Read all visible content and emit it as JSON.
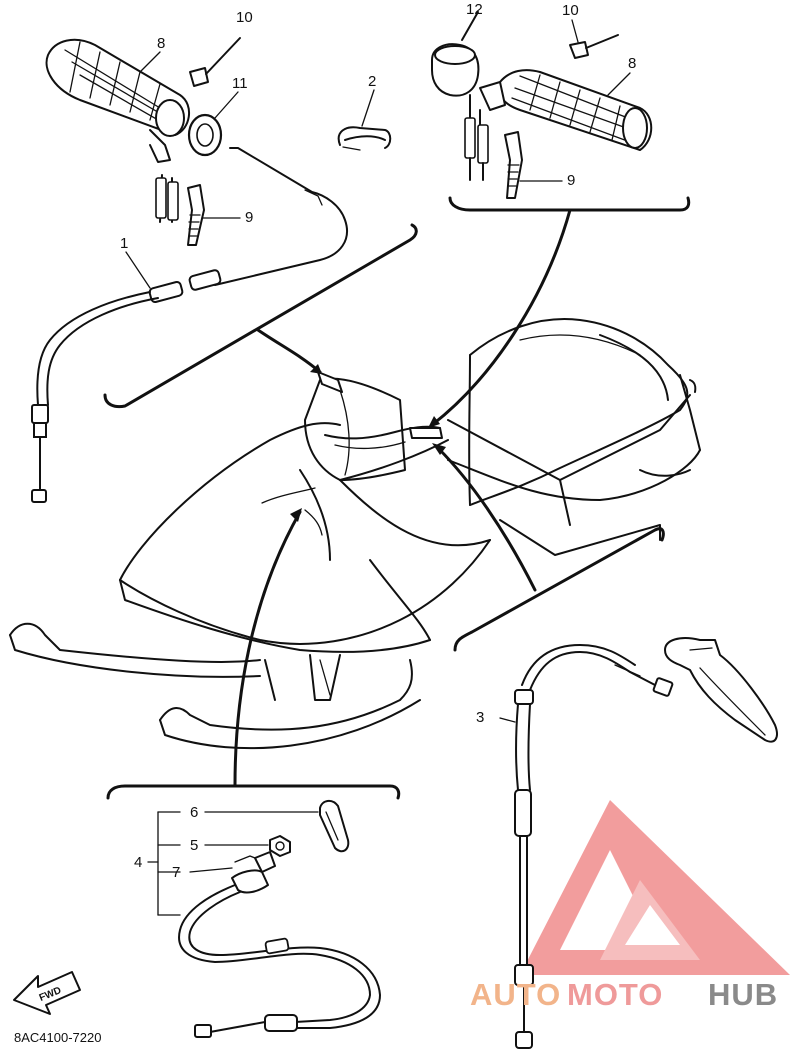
{
  "diagram": {
    "callouts": {
      "c1": "1",
      "c2": "2",
      "c3": "3",
      "c4": "4",
      "c5": "5",
      "c6": "6",
      "c7": "7",
      "c8_left": "8",
      "c8_right": "8",
      "c9_left": "9",
      "c9_right": "9",
      "c10_left": "10",
      "c10_right": "10",
      "c11": "11",
      "c12": "12"
    },
    "fwd_label": "FWD",
    "part_code": "8AC4100-7220"
  },
  "watermark": {
    "part1": "AUTO",
    "part2": "MOTO",
    "part3": "HUB",
    "colors": {
      "auto": "#f2b48a",
      "moto": "#ef9a9a",
      "hub": "#8a8a8a",
      "logo": "#ef8a8a"
    }
  }
}
